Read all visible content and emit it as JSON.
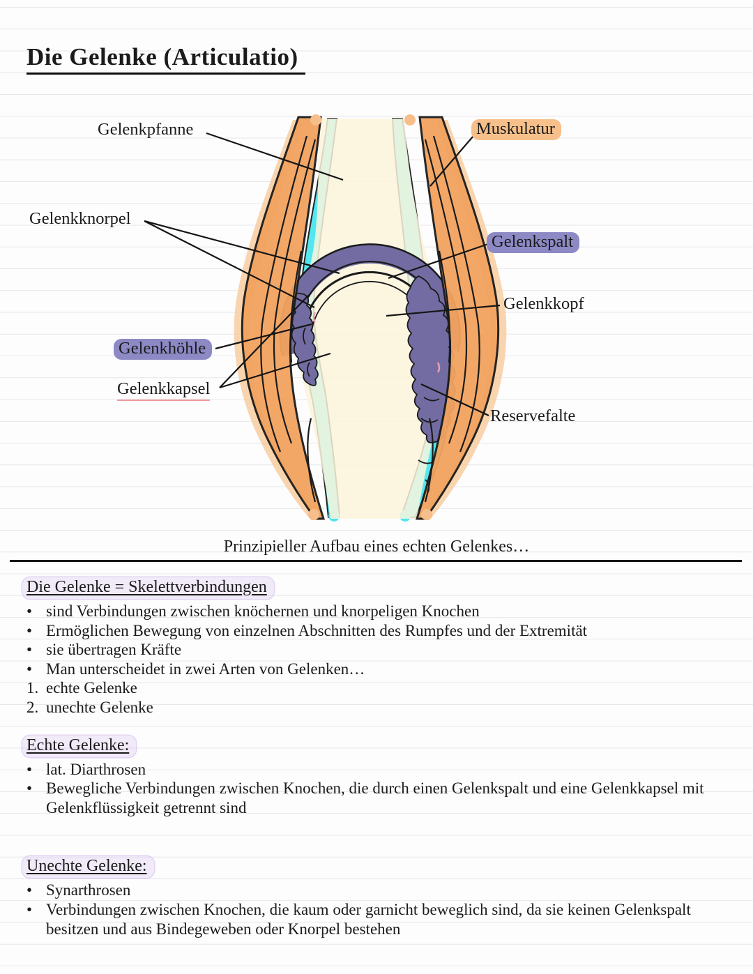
{
  "page": {
    "title": "Die Gelenke (Articulatio)",
    "caption": "Prinzipieller Aufbau eines echten Gelenkes…"
  },
  "diagram": {
    "labels": [
      {
        "text": "Gelenkpfanne"
      },
      {
        "text": "Muskulatur"
      },
      {
        "text": "Gelenkknorpel"
      },
      {
        "text": "Gelenkspalt"
      },
      {
        "text": "Gelenkkopf"
      },
      {
        "text": "Gelenkhöhle"
      },
      {
        "text": "Gelenkkapsel"
      },
      {
        "text": "Reservefalte"
      }
    ]
  },
  "sections": [
    {
      "heading": "Die Gelenke = Skelettverbindungen",
      "items": [
        {
          "marker": "•",
          "text": "sind Verbindungen zwischen knöchernen und knorpeligen Knochen"
        },
        {
          "marker": "•",
          "text": "Ermöglichen Bewegung von einzelnen Abschnitten des Rumpfes und der Extremität"
        },
        {
          "marker": "•",
          "text": "sie übertragen Kräfte"
        },
        {
          "marker": "•",
          "text": "Man unterscheidet in zwei Arten von Gelenken…"
        },
        {
          "marker": "1.",
          "text": "echte Gelenke"
        },
        {
          "marker": "2.",
          "text": "unechte Gelenke"
        }
      ]
    },
    {
      "heading": "Echte Gelenke:",
      "items": [
        {
          "marker": "•",
          "text": "lat. Diarthrosen"
        },
        {
          "marker": "•",
          "text": "Bewegliche Verbindungen zwischen Knochen, die durch einen Gelenkspalt und eine Gelenkkapsel mit Gelenkflüssigkeit getrennt sind"
        }
      ]
    },
    {
      "heading": "Unechte Gelenke:",
      "items": [
        {
          "marker": "•",
          "text": "Synarthrosen"
        },
        {
          "marker": "•",
          "text": "Verbindungen zwischen Knochen, die kaum oder garnicht beweglich sind, da sie keinen Gelenkspalt besitzen und aus Bindegeweben oder Knorpel bestehen"
        }
      ]
    }
  ],
  "colors": {
    "muscle_orange": "#f2a35e",
    "muscle_peach": "#f8ca9b",
    "capsule_cyan": "#4be6ef",
    "cartilage_purple": "#726ca2",
    "bone_cream": "#fbf5dc",
    "highlight_orange": "#f7c08a",
    "highlight_purple": "#8d89c5",
    "highlight_lavender": "#e3d3f3",
    "ruled_line": "#e7e7ec"
  }
}
